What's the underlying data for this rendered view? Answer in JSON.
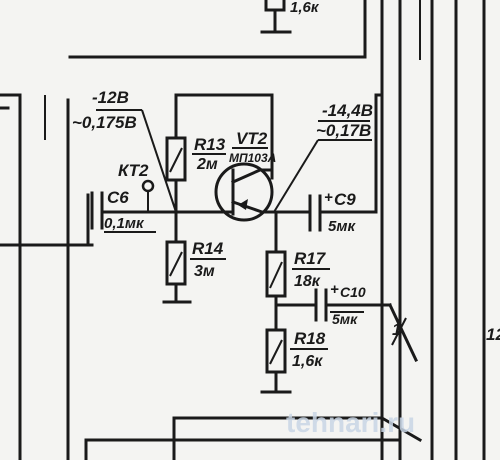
{
  "top_resistor_label": "1,6к",
  "base_node": {
    "voltage_dc": "-12В",
    "voltage_ac": "~0,175В",
    "test_point": "КТ2"
  },
  "collector_node": {
    "voltage_dc": "-14,4В",
    "voltage_ac": "~0,17В"
  },
  "components": {
    "c6": {
      "name": "C6",
      "value": "0,1мк"
    },
    "r13": {
      "name": "R13",
      "value": "2м"
    },
    "r14": {
      "name": "R14",
      "value": "3м"
    },
    "vt2": {
      "name": "VT2",
      "type": "МП103А"
    },
    "c9": {
      "name": "C9",
      "value": "5мк",
      "polarity": "+"
    },
    "r17": {
      "name": "R17",
      "value": "18к"
    },
    "c10": {
      "name": "C10",
      "value": "5мк",
      "polarity": "+"
    },
    "r18": {
      "name": "R18",
      "value": "1,6к"
    }
  },
  "wire_markers": {
    "marker_1": "1",
    "marker_12": "12"
  },
  "watermark": "tehnari.ru"
}
